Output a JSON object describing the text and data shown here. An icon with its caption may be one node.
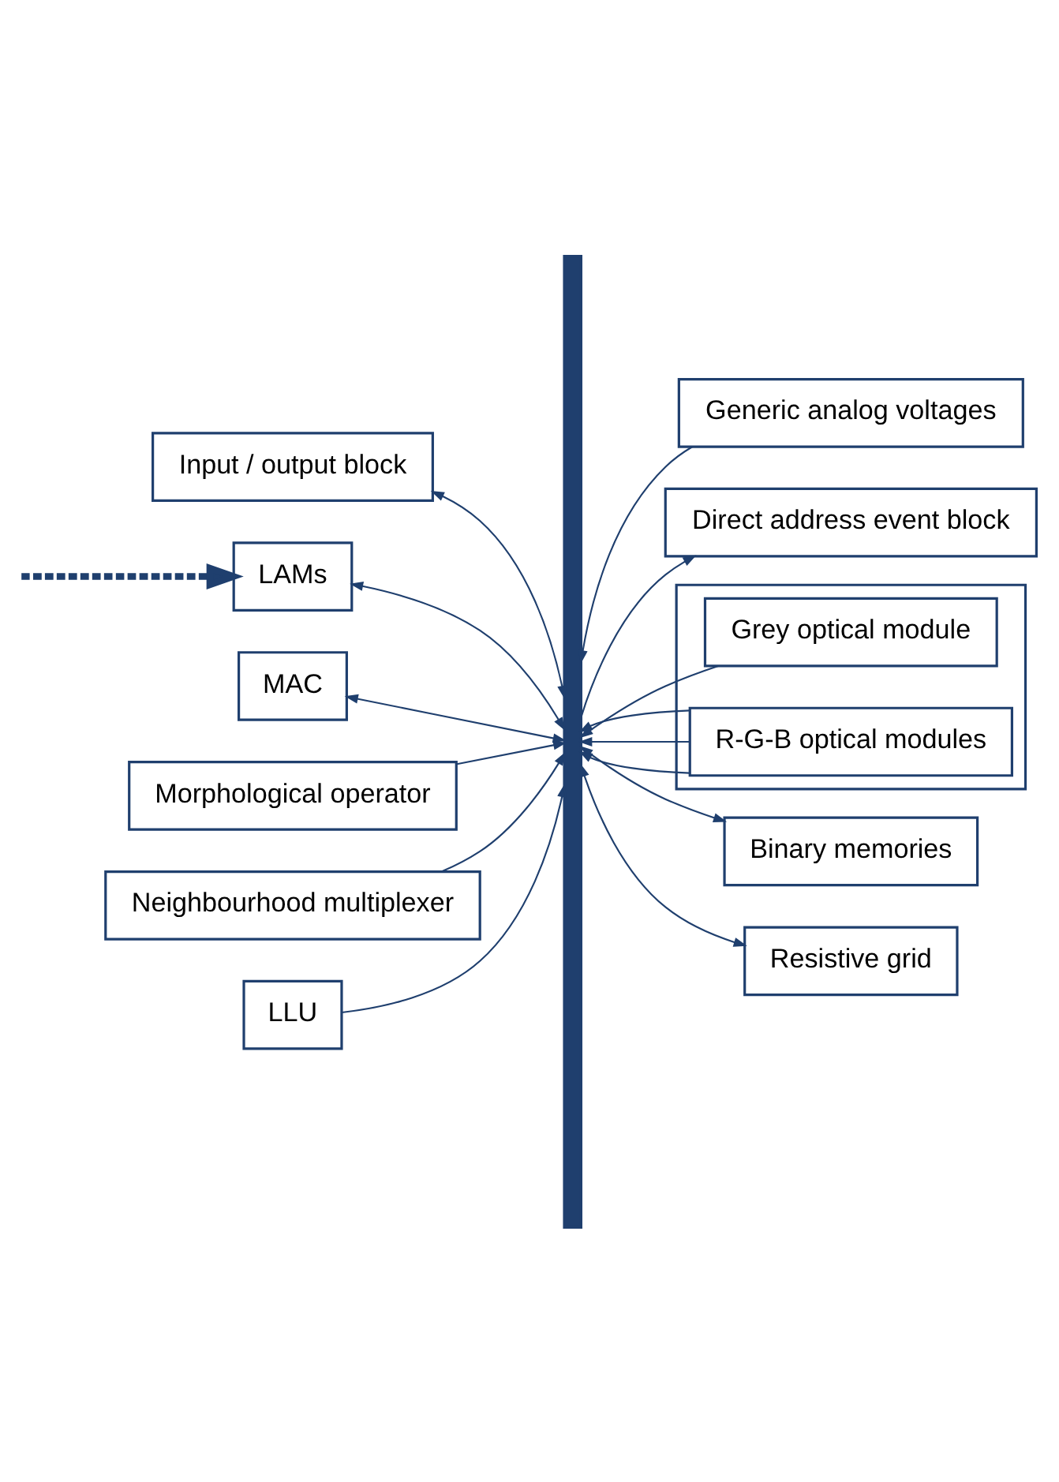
{
  "diagram": {
    "nodes": [
      {
        "text": [],
        "shape": "bar"
      },
      {
        "text": [
          "Input / output block"
        ]
      },
      {
        "text": [
          "Generic analog voltages"
        ]
      },
      {
        "text": [
          "Direct address event block"
        ]
      },
      {
        "text": [],
        "shape": "box"
      },
      {
        "text": [
          "LAMs"
        ]
      },
      {
        "text": [
          "Grey optical module"
        ],
        "in": 4
      },
      {
        "text": [
          "MAC"
        ]
      },
      {
        "text": [
          "R-G-B optical modules"
        ],
        "in": 4
      },
      {
        "text": [
          "Morphological operator"
        ]
      },
      {
        "text": [
          "Neighbourhood multiplexer"
        ]
      },
      {
        "text": [
          "Binary memories"
        ]
      },
      {
        "text": [
          "LLU"
        ]
      },
      {
        "text": [
          "Resistive grid"
        ]
      }
    ],
    "edges": [
      {
        "from": 2,
        "to": 0,
        "arrow": "to"
      },
      {
        "from": 1,
        "to": 0,
        "arrow": "both"
      },
      {
        "from": 0,
        "to": 3,
        "arrow": "to"
      },
      {
        "from": null,
        "to": 5,
        "arrow": "to",
        "style": "dashed"
      },
      {
        "from": 5,
        "to": 0,
        "arrow": "both"
      },
      {
        "from": 6,
        "to": 0,
        "arrow": "to"
      },
      {
        "from": 7,
        "to": 0,
        "arrow": "both"
      },
      {
        "from": 8,
        "to": 0,
        "arrow": "to"
      },
      {
        "from": 8,
        "to": 0,
        "arrow": "to"
      },
      {
        "from": 8,
        "to": 0,
        "arrow": "to"
      },
      {
        "from": 9,
        "to": 0,
        "arrow": "to"
      },
      {
        "from": 10,
        "to": 0,
        "arrow": "to"
      },
      {
        "from": 0,
        "to": 11,
        "arrow": "both"
      },
      {
        "from": 12,
        "to": 0,
        "arrow": "to"
      },
      {
        "from": 0,
        "to": 13,
        "arrow": "both"
      }
    ]
  }
}
